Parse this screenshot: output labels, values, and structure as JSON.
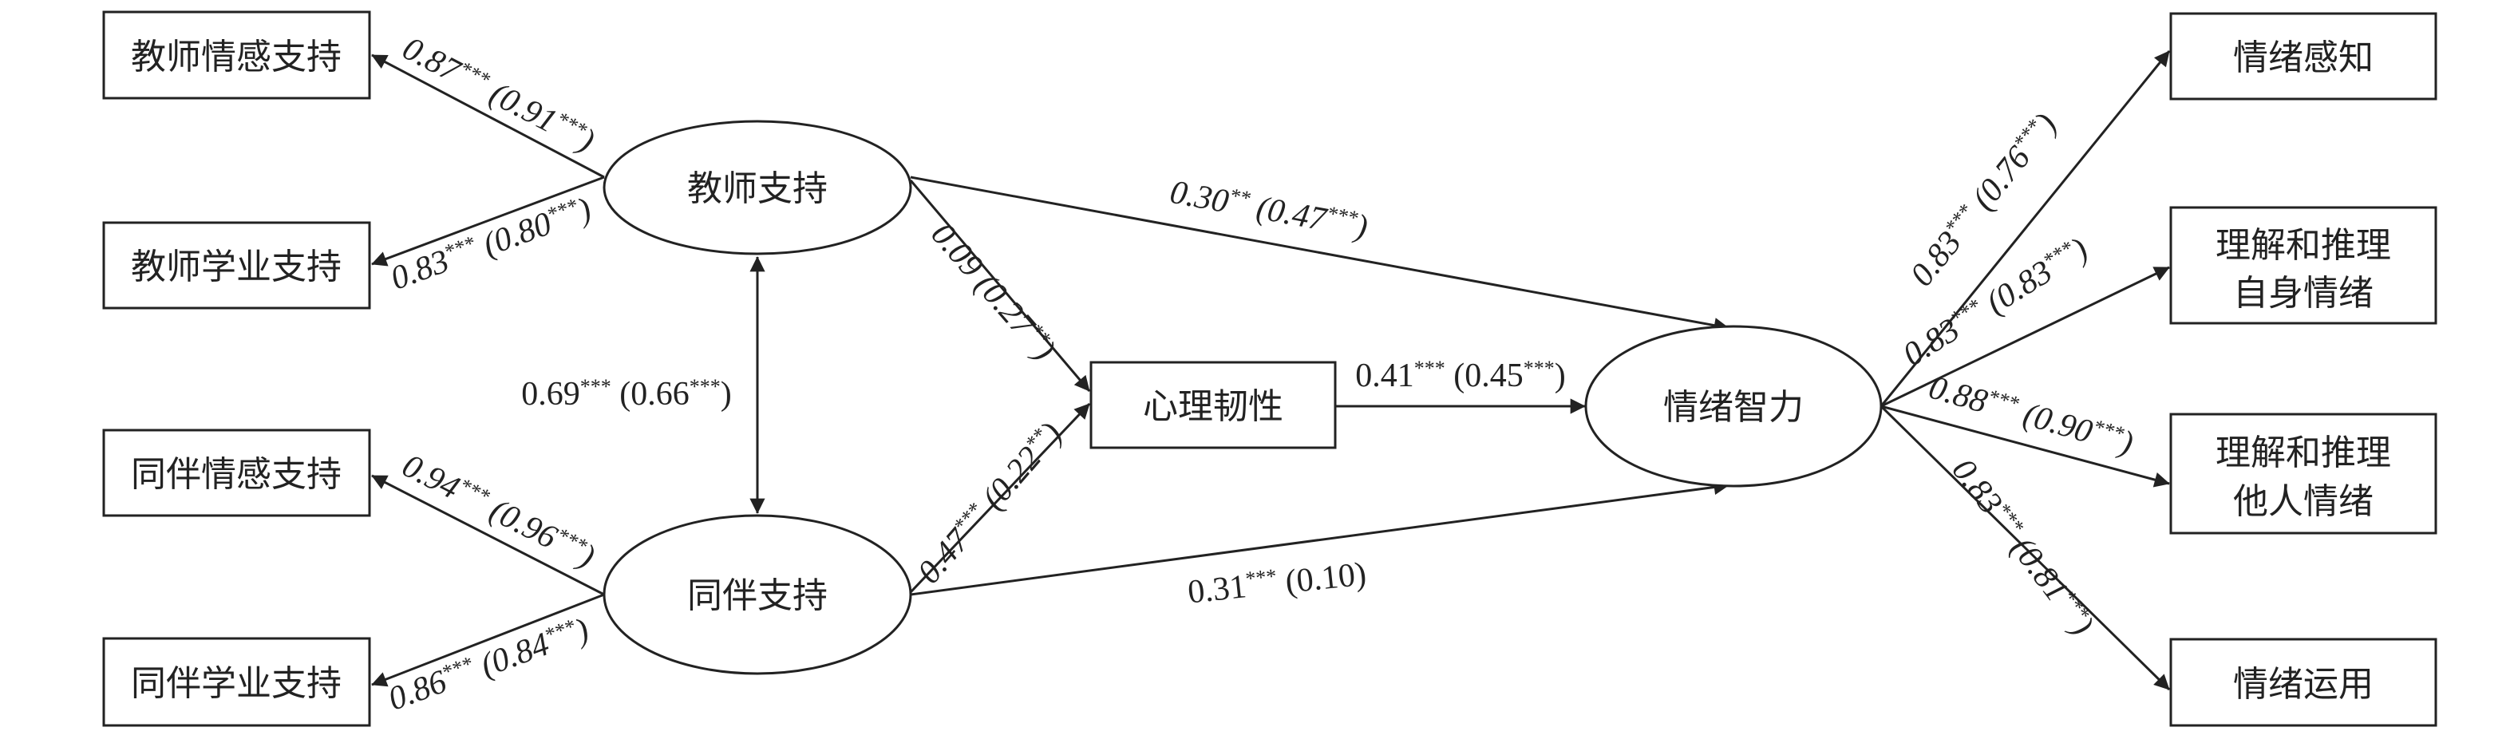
{
  "nodes": {
    "teacher_emotional": "教师情感支持",
    "teacher_academic": "教师学业支持",
    "peer_emotional": "同伴情感支持",
    "peer_academic": "同伴学业支持",
    "teacher_support": "教师支持",
    "peer_support": "同伴支持",
    "resilience": "心理韧性",
    "emotional_intelligence": "情绪智力",
    "perception": "情绪感知",
    "self_lines": [
      "理解和推理",
      "自身情绪"
    ],
    "others_lines": [
      "理解和推理",
      "他人情绪"
    ],
    "use": "情绪运用"
  },
  "labels": [
    {
      "id": "ts_te",
      "parts": [
        {
          "t": "0.87"
        },
        {
          "t": "***",
          "sup": true
        },
        {
          "t": " (0.91"
        },
        {
          "t": "***",
          "sup": true
        },
        {
          "t": ")"
        }
      ]
    },
    {
      "id": "ts_ta",
      "parts": [
        {
          "t": "0.83"
        },
        {
          "t": "***",
          "sup": true
        },
        {
          "t": " (0.80"
        },
        {
          "t": "***",
          "sup": true
        },
        {
          "t": ")"
        }
      ]
    },
    {
      "id": "ps_pe",
      "parts": [
        {
          "t": "0.94"
        },
        {
          "t": "***",
          "sup": true
        },
        {
          "t": " (0.96"
        },
        {
          "t": "***",
          "sup": true
        },
        {
          "t": ")"
        }
      ]
    },
    {
      "id": "ps_pa",
      "parts": [
        {
          "t": "0.86"
        },
        {
          "t": "***",
          "sup": true
        },
        {
          "t": " (0.84"
        },
        {
          "t": "***",
          "sup": true
        },
        {
          "t": ")"
        }
      ]
    },
    {
      "id": "ts_ps",
      "parts": [
        {
          "t": "0.69"
        },
        {
          "t": "***",
          "sup": true
        },
        {
          "t": " (0.66"
        },
        {
          "t": "***",
          "sup": true
        },
        {
          "t": ")"
        }
      ]
    },
    {
      "id": "ts_res",
      "parts": [
        {
          "t": "0.09 (0.27"
        },
        {
          "t": "**",
          "sup": true
        },
        {
          "t": ")"
        }
      ]
    },
    {
      "id": "ps_res",
      "parts": [
        {
          "t": "0.47"
        },
        {
          "t": "***",
          "sup": true
        },
        {
          "t": " (0.22"
        },
        {
          "t": "**",
          "sup": true
        },
        {
          "t": ")"
        }
      ]
    },
    {
      "id": "ts_ei",
      "parts": [
        {
          "t": "0.30"
        },
        {
          "t": "**",
          "sup": true
        },
        {
          "t": " (0.47"
        },
        {
          "t": "***",
          "sup": true
        },
        {
          "t": ")"
        }
      ]
    },
    {
      "id": "ps_ei",
      "parts": [
        {
          "t": "0.31"
        },
        {
          "t": "***",
          "sup": true
        },
        {
          "t": " (0.10)"
        }
      ]
    },
    {
      "id": "res_ei",
      "parts": [
        {
          "t": "0.41"
        },
        {
          "t": "***",
          "sup": true
        },
        {
          "t": " (0.45"
        },
        {
          "t": "***",
          "sup": true
        },
        {
          "t": ")"
        }
      ]
    },
    {
      "id": "ei_per",
      "parts": [
        {
          "t": "0.83"
        },
        {
          "t": "***",
          "sup": true
        },
        {
          "t": " (0.76"
        },
        {
          "t": "***",
          "sup": true
        },
        {
          "t": ")"
        }
      ]
    },
    {
      "id": "ei_self",
      "parts": [
        {
          "t": "0.83"
        },
        {
          "t": "***",
          "sup": true
        },
        {
          "t": " (0.83"
        },
        {
          "t": "***",
          "sup": true
        },
        {
          "t": ")"
        }
      ]
    },
    {
      "id": "ei_oth",
      "parts": [
        {
          "t": "0.88"
        },
        {
          "t": "***",
          "sup": true
        },
        {
          "t": " (0.90"
        },
        {
          "t": "***",
          "sup": true
        },
        {
          "t": ")"
        }
      ]
    },
    {
      "id": "ei_use",
      "parts": [
        {
          "t": "0.83"
        },
        {
          "t": "***",
          "sup": true
        },
        {
          "t": " (0.81"
        },
        {
          "t": "***",
          "sup": true
        },
        {
          "t": ")"
        }
      ]
    }
  ]
}
